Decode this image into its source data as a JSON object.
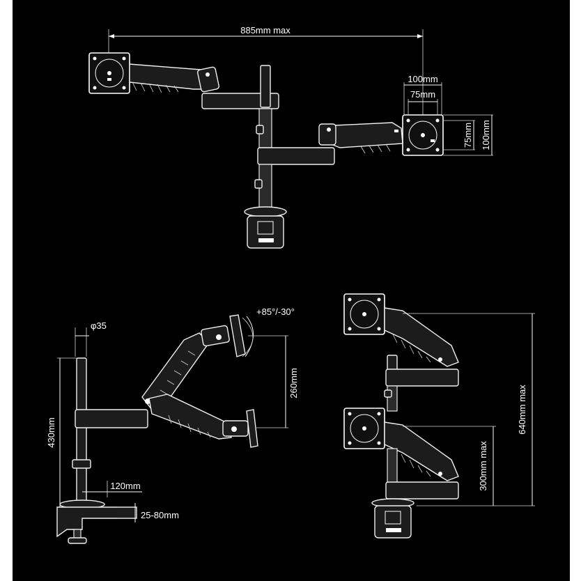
{
  "labels": {
    "width_max": "885mm max",
    "vesa_w_100": "100mm",
    "vesa_w_75": "75mm",
    "vesa_h_75": "75mm",
    "vesa_h_100": "100mm",
    "tilt": "+85°/-30°",
    "pole_diameter": "φ35",
    "height_range": "260mm",
    "pole_height": "430mm",
    "clamp_depth": "120mm",
    "desk_thickness": "25-80mm",
    "total_height_max": "640mm max",
    "lower_height_max": "300mm max"
  },
  "colors": {
    "background": "#000000",
    "line": "#ffffff"
  }
}
